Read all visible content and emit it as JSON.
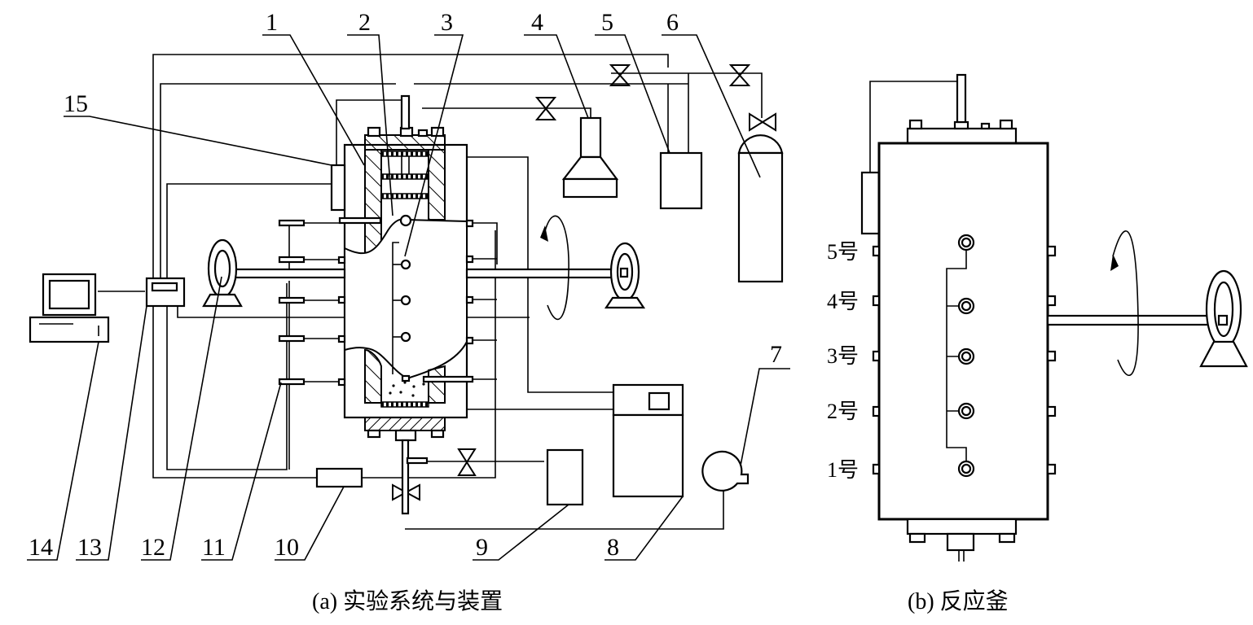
{
  "figure": {
    "panel_a": {
      "caption": "(a) 实验系统与装置",
      "callouts": [
        "1",
        "2",
        "3",
        "4",
        "5",
        "6",
        "7",
        "8",
        "9",
        "10",
        "11",
        "12",
        "13",
        "14",
        "15"
      ],
      "components": {
        "reactor": "reactor-vessel",
        "computer": "computer-icon",
        "data_logger": "data-acquisition-box",
        "motor_left": "motor-icon",
        "motor_right": "motor-icon",
        "vacuum_hood": "funnel-hood",
        "gas_tank": "gas-cylinder",
        "chiller": "thermostat-bath",
        "pump": "pump-icon",
        "valves": "valve-icon",
        "rotation": "rotation-arrow-icon"
      }
    },
    "panel_b": {
      "caption": "(b) 反应釜",
      "port_labels": [
        "5号",
        "4号",
        "3号",
        "2号",
        "1号"
      ]
    }
  }
}
